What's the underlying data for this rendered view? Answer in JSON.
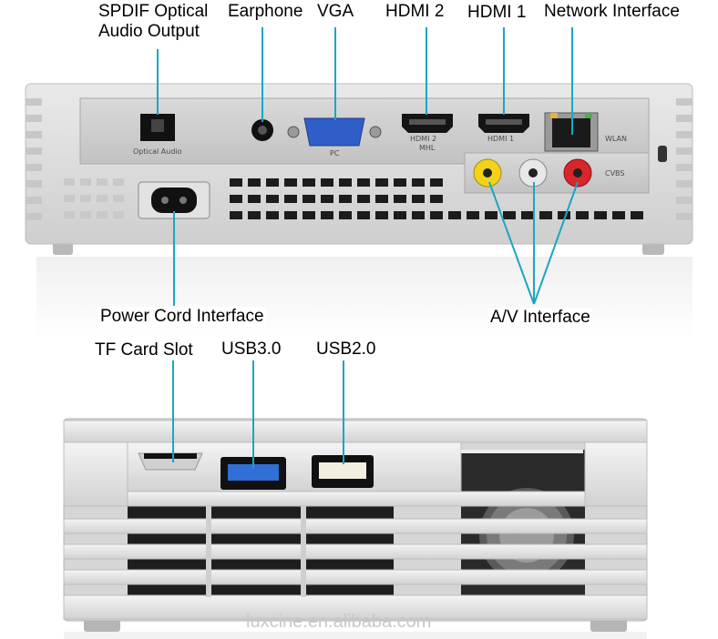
{
  "labels": {
    "spdif_line1": "SPDIF Optical",
    "spdif_line2": "Audio Output",
    "earphone": "Earphone",
    "vga": "VGA",
    "hdmi2": "HDMI 2",
    "hdmi1": "HDMI 1",
    "network": "Network Interface",
    "power": "Power Cord Interface",
    "av": "A/V Interface",
    "tf": "TF Card Slot",
    "usb3": "USB3.0",
    "usb2": "USB2.0"
  },
  "device_print": {
    "optical": "Optical Audio",
    "pc": "PC",
    "hdmi2": "HDMI 2",
    "mhl": "MHL",
    "hdmi1": "HDMI 1",
    "wlan": "WLAN",
    "cvbs": "CVBS"
  },
  "watermark": "luxcine.en.alibaba.com",
  "colors": {
    "callout_line": "#1aa6c4",
    "vga_port": "#2f5ec9",
    "usb3_port": "#2f6fd6",
    "av_yellow": "#f2d21b",
    "av_white": "#e8e8e8",
    "av_red": "#d8262a"
  }
}
